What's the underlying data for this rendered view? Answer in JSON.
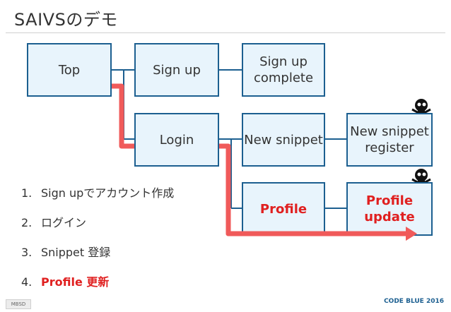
{
  "title": "SAIVSのデモ",
  "boxes": {
    "top": "Top",
    "signup": "Sign up",
    "signup_complete": "Sign up\ncomplete",
    "login": "Login",
    "new_snippet": "New snippet",
    "new_snippet_register": "New snippet\nregister",
    "profile": "Profile",
    "profile_update": "Profile\nupdate"
  },
  "steps": [
    {
      "num": "1.",
      "label": "Sign upでアカウント作成"
    },
    {
      "num": "2.",
      "label": "ログイン"
    },
    {
      "num": "3.",
      "label": "Snippet 登録"
    },
    {
      "num": "4.",
      "label": "Profile 更新"
    }
  ],
  "footer": {
    "left_tag": "MBSD",
    "brand": "CODE BLUE 2016"
  },
  "colors": {
    "box_fill": "#e8f4fc",
    "box_border": "#1c5f90",
    "path_red": "#f05a5a",
    "highlight_red": "#e02020"
  },
  "icons": [
    "skull-crossbones-icon",
    "skull-crossbones-icon"
  ]
}
